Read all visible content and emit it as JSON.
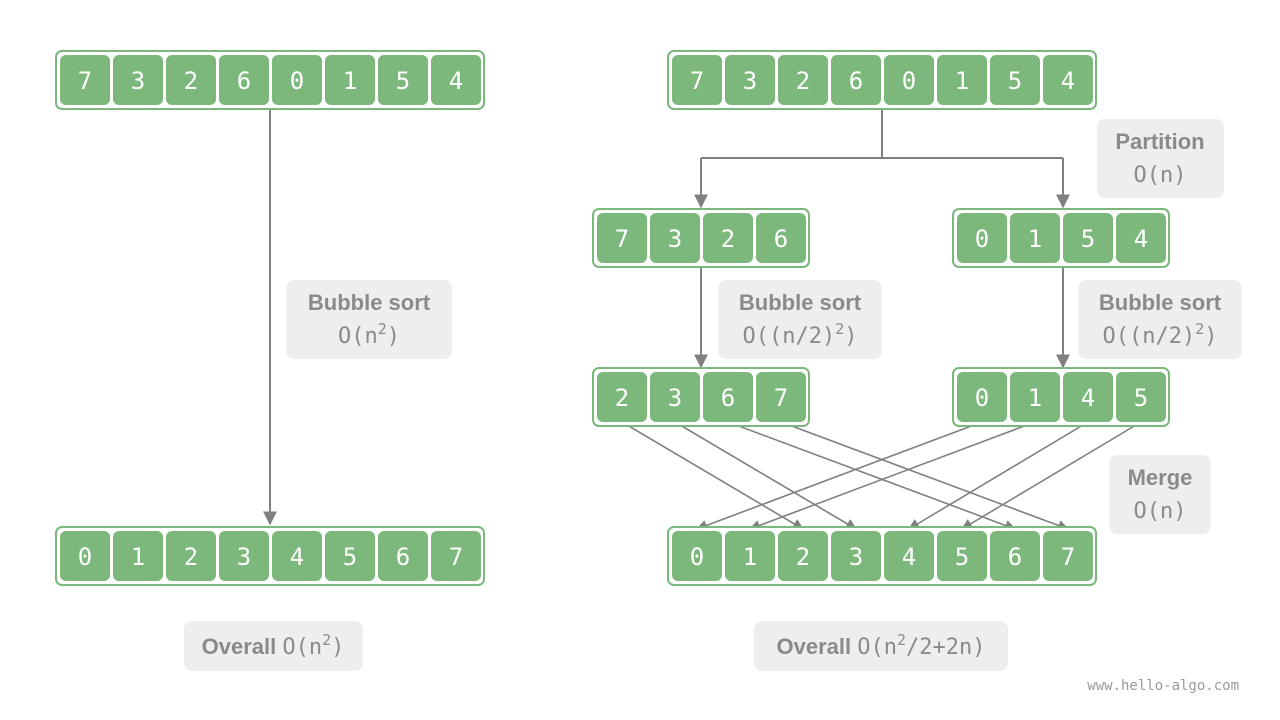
{
  "colors": {
    "cell_fill": "#7cb87c",
    "cell_border": "#7cb87c",
    "arrow": "#808080",
    "label_bg": "#eeeeee",
    "label_text": "#8a8a8a"
  },
  "left": {
    "input": [
      7,
      3,
      2,
      6,
      0,
      1,
      5,
      4
    ],
    "output": [
      0,
      1,
      2,
      3,
      4,
      5,
      6,
      7
    ],
    "sort_label": {
      "title": "Bubble sort",
      "complexity_base": "O(n",
      "complexity_sup": "2",
      "complexity_tail": ")"
    },
    "overall": {
      "prefix": "Overall ",
      "base": "O(n",
      "sup": "2",
      "tail": ")"
    }
  },
  "right": {
    "input": [
      7,
      3,
      2,
      6,
      0,
      1,
      5,
      4
    ],
    "half_left": [
      7,
      3,
      2,
      6
    ],
    "half_right": [
      0,
      1,
      5,
      4
    ],
    "sorted_left": [
      2,
      3,
      6,
      7
    ],
    "sorted_right": [
      0,
      1,
      4,
      5
    ],
    "output": [
      0,
      1,
      2,
      3,
      4,
      5,
      6,
      7
    ],
    "partition_label": {
      "title": "Partition",
      "complexity": "O(n)"
    },
    "sort_label_left": {
      "title": "Bubble sort",
      "complexity_base": "O((n/2)",
      "complexity_sup": "2",
      "complexity_tail": ")"
    },
    "sort_label_right": {
      "title": "Bubble sort",
      "complexity_base": "O((n/2)",
      "complexity_sup": "2",
      "complexity_tail": ")"
    },
    "merge_label": {
      "title": "Merge",
      "complexity": "O(n)"
    },
    "overall": {
      "prefix": "Overall ",
      "base": "O(n",
      "sup": "2",
      "tail": "/2+2n)"
    }
  },
  "watermark": "www.hello-algo.com"
}
